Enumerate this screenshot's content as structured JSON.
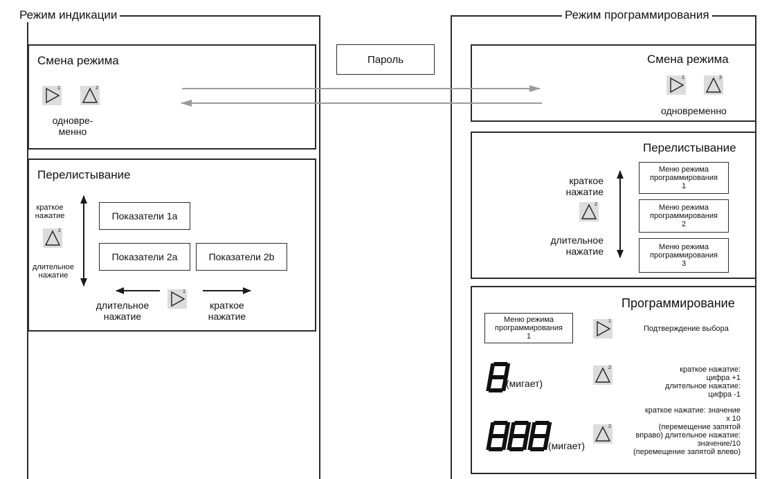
{
  "left": {
    "title": "Режим индикации",
    "mode_change": {
      "title": "Смена режима",
      "simultaneous": "одновре-\nменно",
      "buttons": [
        "1",
        "2"
      ]
    },
    "scroll": {
      "title": "Перелистывание",
      "short_press": "краткое\nнажатие",
      "long_press": "длительное\nнажатие",
      "box_1a": "Показатели 1a",
      "box_2a": "Показатели 2a",
      "box_2b": "Показатели 2b",
      "bottom_long": "длительное\nнажатие",
      "bottom_short": "краткое\nнажатие"
    }
  },
  "password": "Пароль",
  "right": {
    "title": "Режим программирования",
    "mode_change": {
      "title": "Смена режима",
      "simultaneous": "одновременно"
    },
    "scroll": {
      "title": "Перелистывание",
      "short_press": "краткое\nнажатие",
      "long_press": "длительное\nнажатие",
      "menus": [
        "Меню режима\nпрограммирования\n1",
        "Меню режима\nпрограммирования\n2",
        "Меню режима\nпрограммирования\n3"
      ]
    },
    "programming": {
      "title": "Программирование",
      "menu_box": "Меню режима\nпрограммирования\n1",
      "confirm": "Подтверждение выбора",
      "digit_blink": "(мигает)",
      "digit_desc": "краткое нажатие:\nцифра +1\nдлительное нажатие:\nцифра -1",
      "value_blink": "(мигает)",
      "value_desc": "краткое нажатие: значение\nх 10\n(перемещение запятой\nвправо) длительное нажатие:\nзначение/10\n(перемещение запятой влево)"
    }
  },
  "button_labels": {
    "right_key": "1",
    "up_key": "2"
  },
  "colors": {
    "button_bg": "#dcdcdc",
    "arrow_gray": "#9a9a9a",
    "line": "#2a2a2a"
  }
}
